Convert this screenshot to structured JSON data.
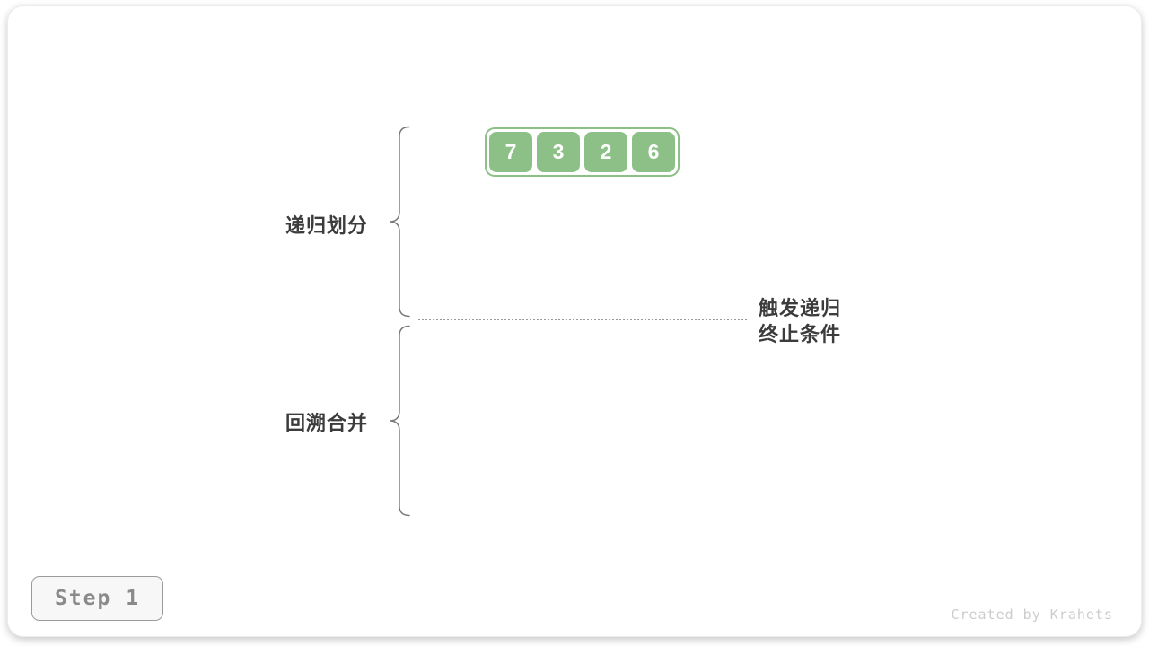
{
  "diagram": {
    "title_context": "merge sort recursion diagram",
    "array": {
      "values": [
        "7",
        "3",
        "2",
        "6"
      ]
    },
    "labels": {
      "divide_phase": "递归划分",
      "merge_phase": "回溯合并",
      "terminate_line1": "触发递归",
      "terminate_line2": "终止条件"
    },
    "step_badge": "Step 1",
    "watermark": "Created by Krahets",
    "colors": {
      "cell_green": "#8CC086",
      "cell_number_white": "#FFFFFF",
      "label_dark_gray": "#3C3C3C",
      "brace_gray": "#777777",
      "dotted_line_gray": "#999999",
      "step_text_gray": "#8A8A8A",
      "watermark_gray": "#CCCCCC"
    }
  }
}
